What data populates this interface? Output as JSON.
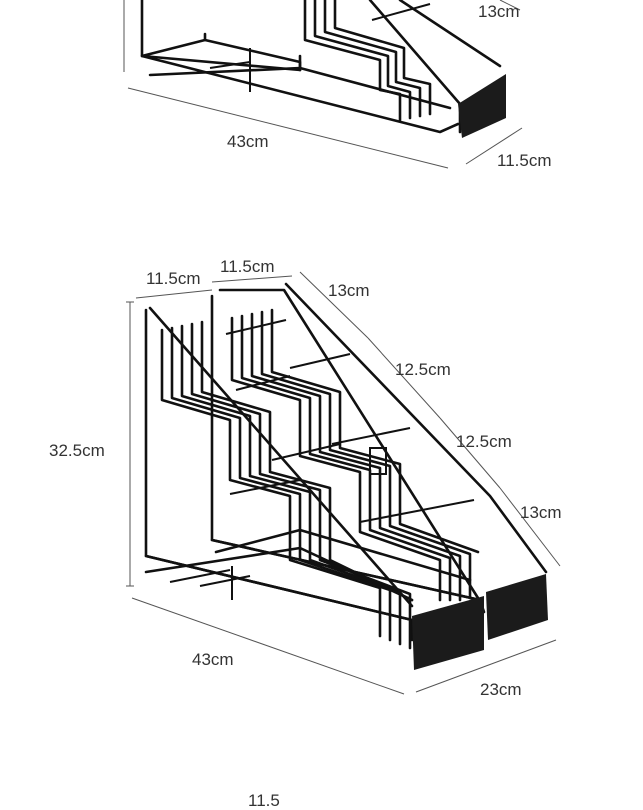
{
  "product_top": {
    "labels": {
      "top_depth": "13cm",
      "length": "43cm",
      "width": "11.5cm"
    }
  },
  "product_main": {
    "labels": {
      "slot_width_1": "11.5cm",
      "slot_width_2": "11.5cm",
      "tier_1": "13cm",
      "tier_2": "12.5cm",
      "tier_3": "12.5cm",
      "tier_4": "13cm",
      "height": "32.5cm",
      "length": "43cm",
      "width": "23cm"
    }
  },
  "product_bottom": {
    "labels": {
      "partial_width": "11.5"
    }
  },
  "colors": {
    "wire": "#111111",
    "tray": "#1b1b1b",
    "dimension_line": "#555555",
    "label_text": "#333333",
    "background": "#ffffff"
  }
}
